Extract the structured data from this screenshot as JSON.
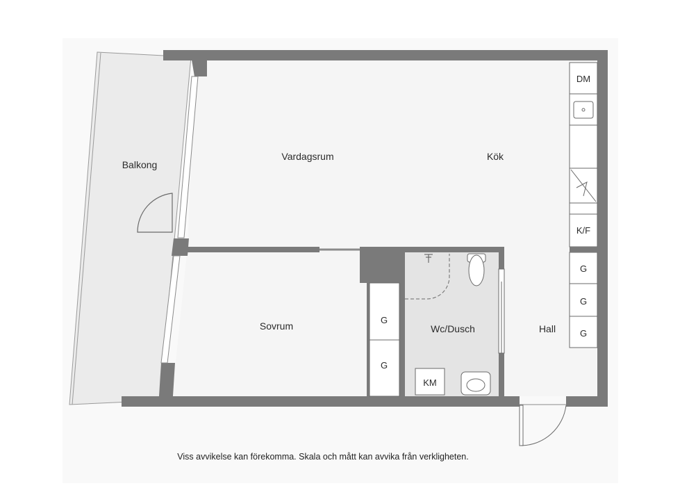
{
  "rooms": {
    "balcony": "Balkong",
    "living": "Vardagsrum",
    "kitchen": "Kök",
    "bedroom": "Sovrum",
    "bathroom": "Wc/Dusch",
    "hall": "Hall"
  },
  "fixtures": {
    "dishwasher": "DM",
    "fridge_freezer": "K/F",
    "wardrobe": "G",
    "washing_machine": "KM"
  },
  "disclaimer": "Viss avvikelse kan förekomma. Skala och mått kan avvika från verkligheten.",
  "colors": {
    "wall": "#7a7a7a",
    "floor": "#f5f5f5",
    "bathroom_floor": "#e4e4e4",
    "balcony_floor": "#ebebeb",
    "line": "#666666"
  }
}
